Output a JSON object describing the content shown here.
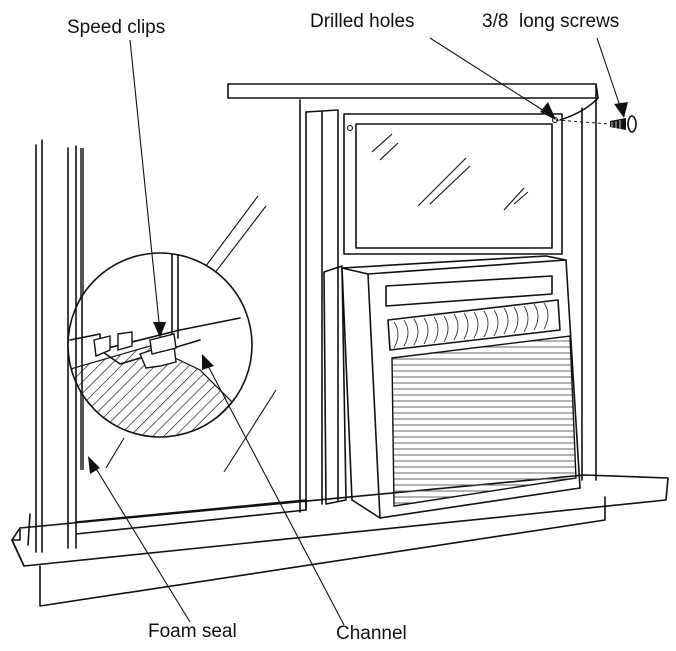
{
  "labels": {
    "speed_clips": "Speed clips",
    "drilled_holes": "Drilled holes",
    "screws": "3/8  long screws",
    "foam_seal": "Foam seal",
    "channel": "Channel"
  },
  "colors": {
    "line": "#111111",
    "background": "#ffffff",
    "seal": "#555555"
  }
}
